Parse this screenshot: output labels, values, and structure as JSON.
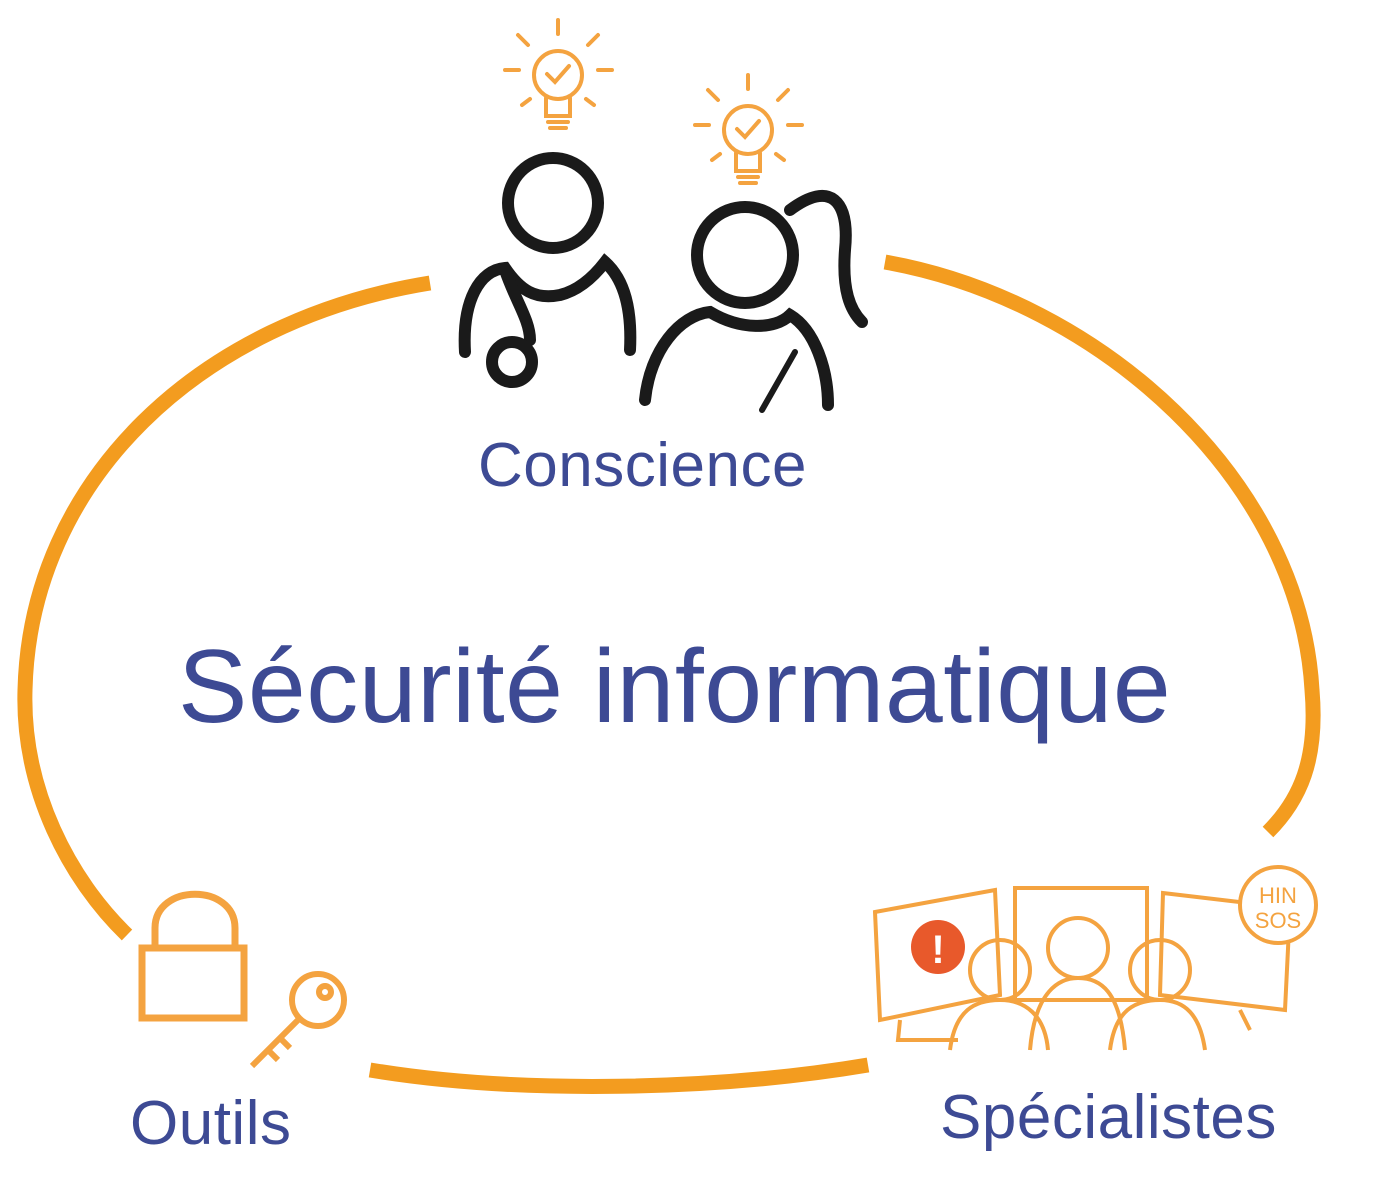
{
  "title": "Sécurité informatique",
  "labels": {
    "awareness": "Conscience",
    "tools": "Outils",
    "specialists": "Spécialistes"
  },
  "badge": {
    "line1": "HIN",
    "line2": "SOS"
  },
  "alert_symbol": "!",
  "colors": {
    "ring": "#f39c1f",
    "text": "#3d4a94",
    "icon_orange": "#f4a340",
    "alert": "#e8592b",
    "figure": "#1a1a1a"
  }
}
